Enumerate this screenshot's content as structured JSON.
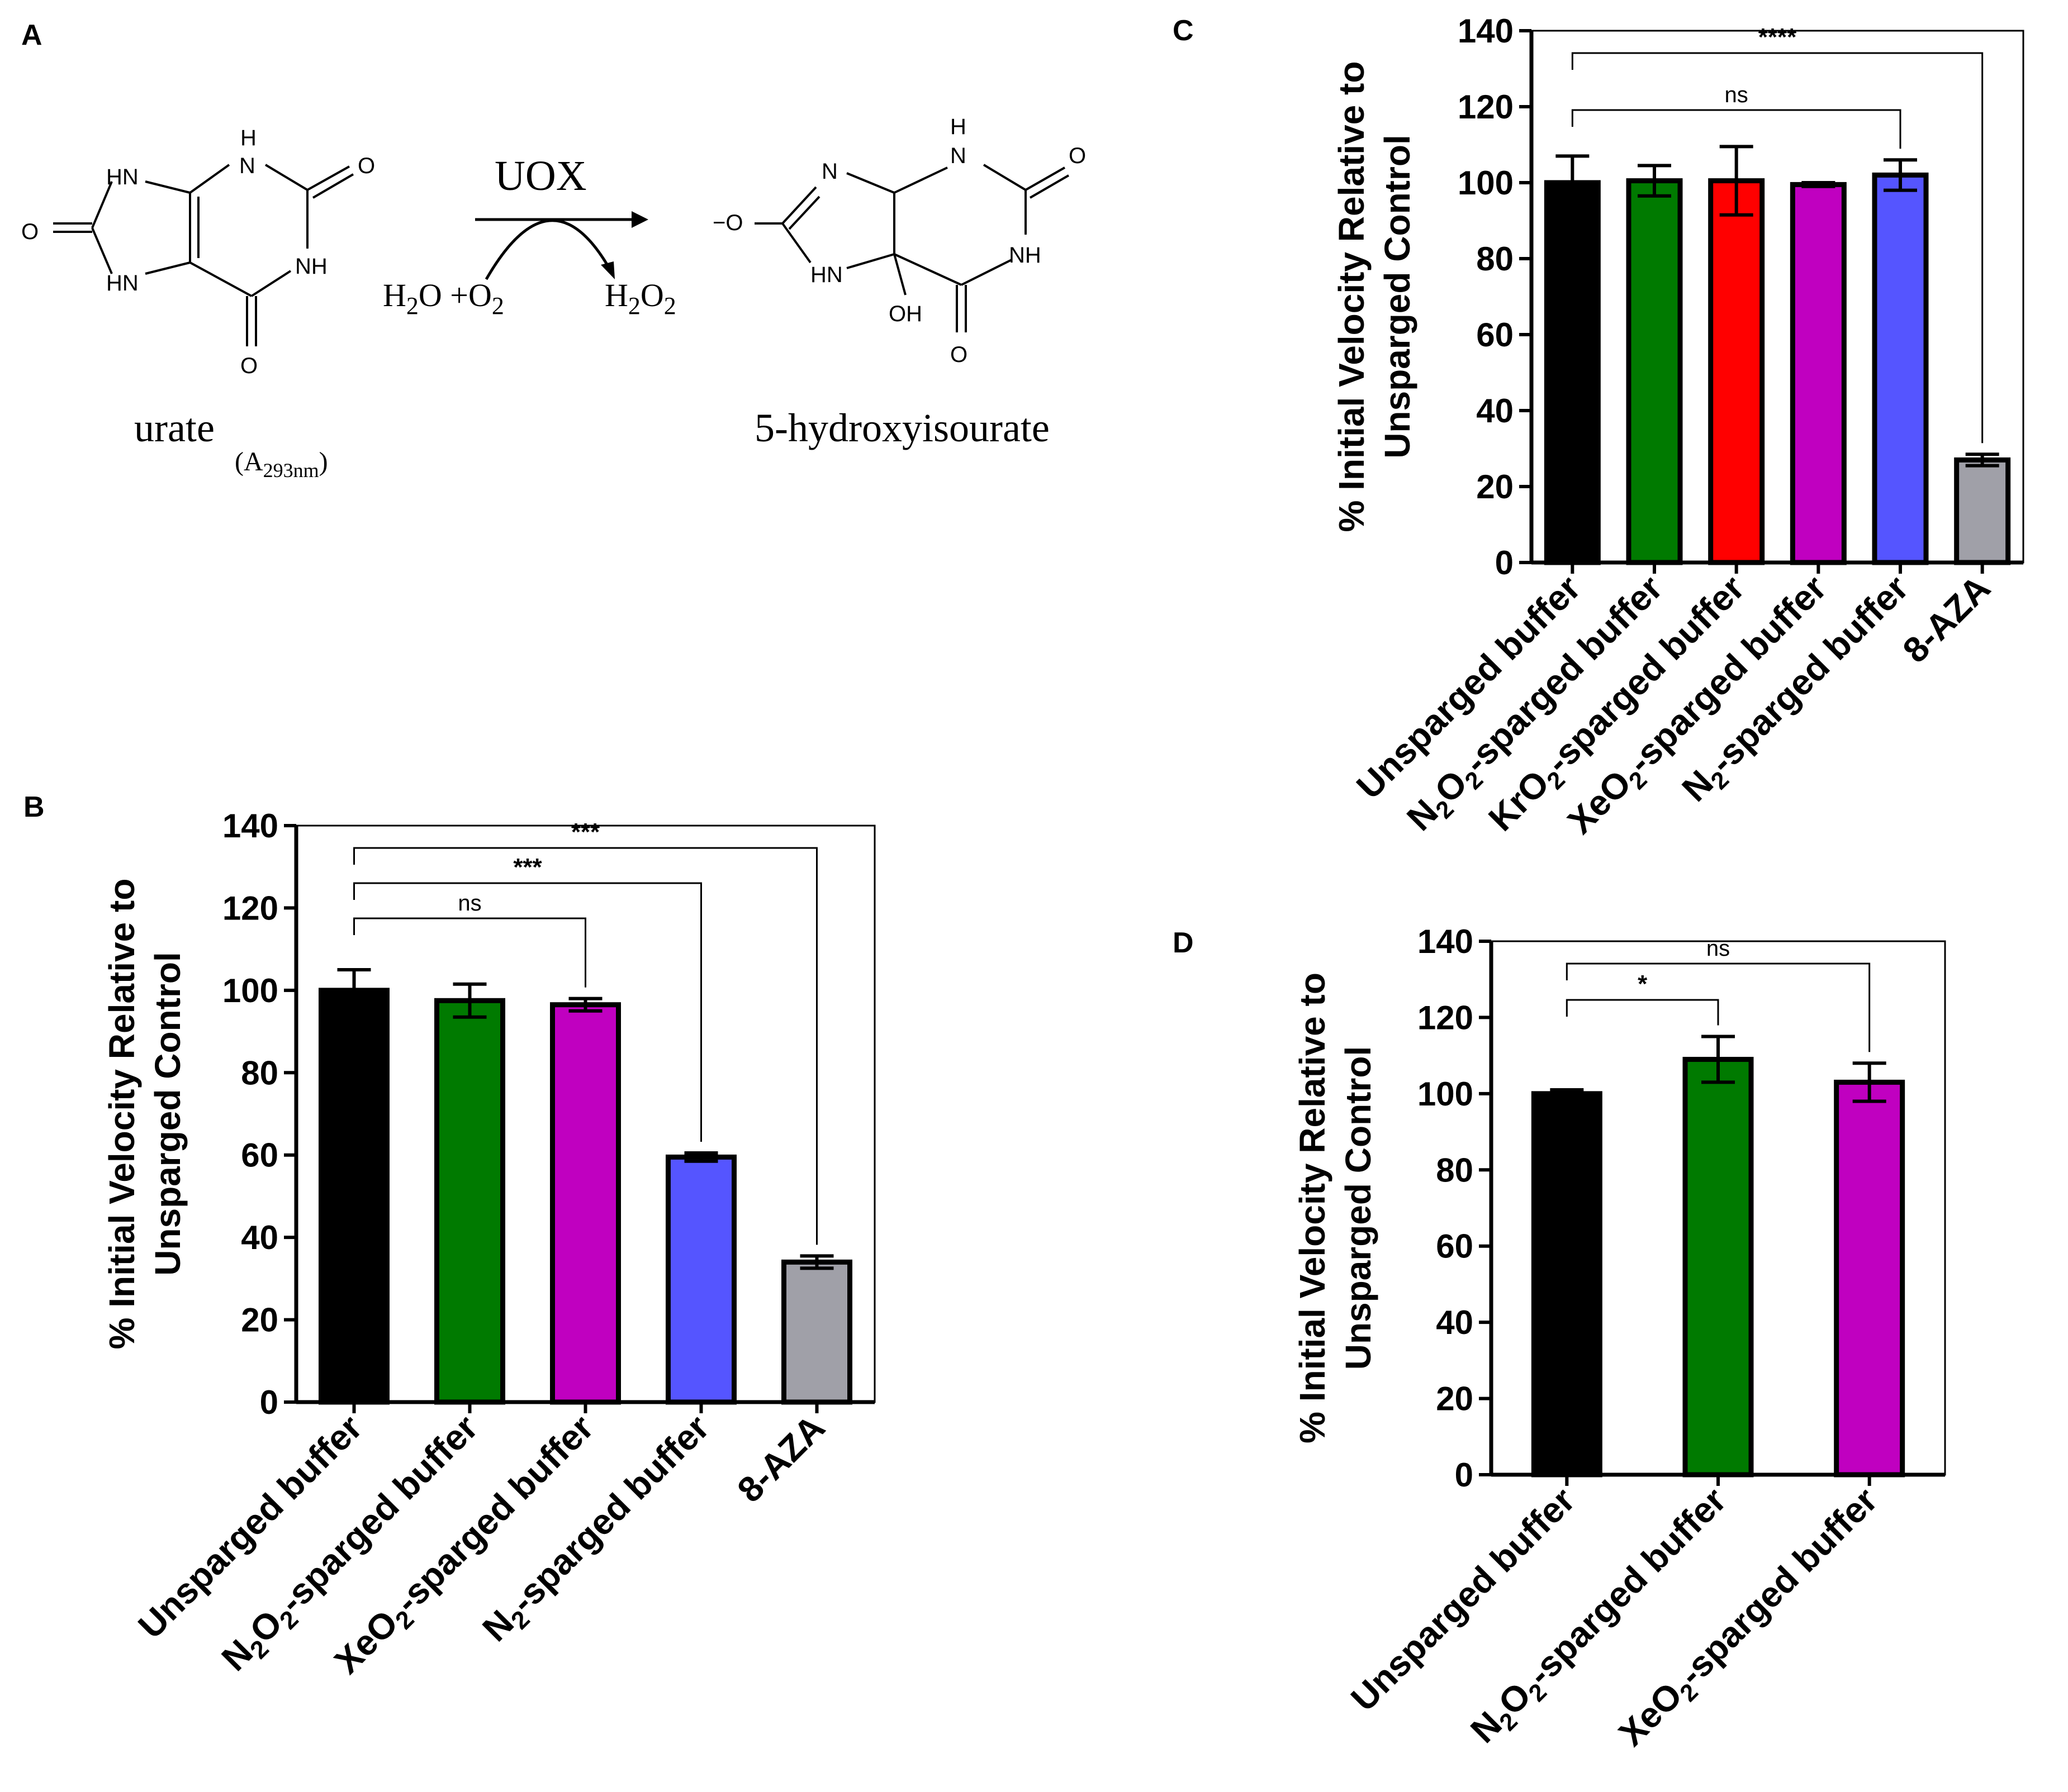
{
  "panels": {
    "a": {
      "letter": "A",
      "reactant": "urate",
      "reactant_sub_open": "(A",
      "reactant_sub_num": "293nm",
      "reactant_sub_close": ")",
      "enzyme": "UOX",
      "reagents_left": "H",
      "reagents_left_sub": "2",
      "reagents_left_mid": "O +O",
      "reagents_left_sub2": "2",
      "reagents_right": "H",
      "reagents_right_sub": "2",
      "reagents_right_mid": "O",
      "reagents_right_sub2": "2",
      "product": "5-hydroxyisourate",
      "atoms": {
        "hn": "HN",
        "h": "H",
        "n": "N",
        "nh": "NH",
        "o": "O",
        "oh": "OH",
        "neg": "−O"
      }
    },
    "b": {
      "letter": "B"
    },
    "c": {
      "letter": "C"
    },
    "d": {
      "letter": "D"
    }
  },
  "chart_data": [
    {
      "panel": "B",
      "type": "bar",
      "ylabel_line1": "% Initial Velocity Relative to",
      "ylabel_line2": "Unsparged  Control",
      "ylim": [
        0,
        140
      ],
      "yticks": [
        0,
        20,
        40,
        60,
        80,
        100,
        120,
        140
      ],
      "categories": [
        {
          "label": "Unsparged buffer",
          "parts": [
            {
              "t": "Unsparged buffer"
            }
          ]
        },
        {
          "label": "N2O2-sparged buffer",
          "parts": [
            {
              "t": "N"
            },
            {
              "t": "2",
              "sub": true
            },
            {
              "t": "O"
            },
            {
              "t": "2",
              "sub": true
            },
            {
              "t": "-sparged buffer"
            }
          ]
        },
        {
          "label": "XeO2-sparged buffer",
          "parts": [
            {
              "t": "XeO"
            },
            {
              "t": "2",
              "sub": true
            },
            {
              "t": "-sparged buffer"
            }
          ]
        },
        {
          "label": "N2-sparged buffer",
          "parts": [
            {
              "t": "N"
            },
            {
              "t": "2",
              "sub": true
            },
            {
              "t": "-sparged buffer"
            }
          ]
        },
        {
          "label": "8-AZA",
          "parts": [
            {
              "t": "8-AZA"
            }
          ]
        }
      ],
      "values": [
        100,
        97.5,
        96.5,
        59.5,
        34
      ],
      "errors": [
        5,
        4,
        1.5,
        1,
        1.5
      ],
      "colors": [
        "#000000",
        "#007a00",
        "#c000c0",
        "#5555ff",
        "#a0a0a8"
      ],
      "comparisons": [
        {
          "from": 0,
          "to": 2,
          "label": "ns",
          "level": 1
        },
        {
          "from": 0,
          "to": 3,
          "label": "***",
          "level": 2
        },
        {
          "from": 0,
          "to": 4,
          "label": "***",
          "level": 3
        }
      ]
    },
    {
      "panel": "C",
      "type": "bar",
      "ylabel_line1": "% Initial Velocity Relative to",
      "ylabel_line2": "Unsparged  Control",
      "ylim": [
        0,
        140
      ],
      "yticks": [
        0,
        20,
        40,
        60,
        80,
        100,
        120,
        140
      ],
      "categories": [
        {
          "label": "Unsparged buffer",
          "parts": [
            {
              "t": "Unsparged buffer"
            }
          ]
        },
        {
          "label": "N2O2-sparged buffer",
          "parts": [
            {
              "t": "N"
            },
            {
              "t": "2",
              "sub": true
            },
            {
              "t": "O"
            },
            {
              "t": "2",
              "sub": true
            },
            {
              "t": "-sparged buffer"
            }
          ]
        },
        {
          "label": "KrO2-sparged buffer",
          "parts": [
            {
              "t": "KrO"
            },
            {
              "t": "2",
              "sub": true
            },
            {
              "t": "-sparged buffer"
            }
          ]
        },
        {
          "label": "XeO2-sparged buffer",
          "parts": [
            {
              "t": "XeO"
            },
            {
              "t": "2",
              "sub": true
            },
            {
              "t": "-sparged buffer"
            }
          ]
        },
        {
          "label": "N2-sparged buffer",
          "parts": [
            {
              "t": "N"
            },
            {
              "t": "2",
              "sub": true
            },
            {
              "t": "-sparged buffer"
            }
          ]
        },
        {
          "label": "8-AZA",
          "parts": [
            {
              "t": "8-AZA"
            }
          ]
        }
      ],
      "values": [
        100,
        100.5,
        100.5,
        99.5,
        102,
        27
      ],
      "errors": [
        7,
        4,
        9,
        0.5,
        4,
        1.5
      ],
      "colors": [
        "#000000",
        "#007a00",
        "#ff0000",
        "#c000c0",
        "#5555ff",
        "#a0a0a8"
      ],
      "comparisons": [
        {
          "from": 0,
          "to": 4,
          "label": "ns",
          "level": 1
        },
        {
          "from": 0,
          "to": 5,
          "label": "****",
          "level": 2
        }
      ]
    },
    {
      "panel": "D",
      "type": "bar",
      "ylabel_line1": "% Initial Velocity Relative to",
      "ylabel_line2": "Unsparged  Control",
      "ylim": [
        0,
        140
      ],
      "yticks": [
        0,
        20,
        40,
        60,
        80,
        100,
        120,
        140
      ],
      "categories": [
        {
          "label": "Unsparged buffer",
          "parts": [
            {
              "t": "Unsparged buffer"
            }
          ]
        },
        {
          "label": "N2O2-sparged buffer",
          "parts": [
            {
              "t": "N"
            },
            {
              "t": "2",
              "sub": true
            },
            {
              "t": "O"
            },
            {
              "t": "2",
              "sub": true
            },
            {
              "t": "-sparged buffer"
            }
          ]
        },
        {
          "label": "XeO2-sparged buffer",
          "parts": [
            {
              "t": "XeO"
            },
            {
              "t": "2",
              "sub": true
            },
            {
              "t": "-sparged buffer"
            }
          ]
        }
      ],
      "values": [
        100,
        109,
        103
      ],
      "errors": [
        1,
        6,
        5
      ],
      "colors": [
        "#000000",
        "#007a00",
        "#c000c0"
      ],
      "comparisons": [
        {
          "from": 0,
          "to": 1,
          "label": "*",
          "level": 1
        },
        {
          "from": 0,
          "to": 2,
          "label": "ns",
          "level": 2
        }
      ]
    }
  ]
}
